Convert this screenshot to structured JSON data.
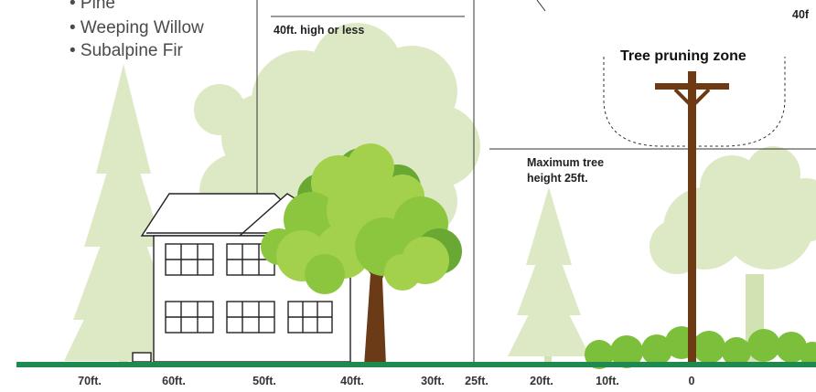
{
  "species_list": {
    "items": [
      "• Pine",
      "• Weeping Willow",
      "• Subalpine Fir"
    ]
  },
  "labels": {
    "height_limit": "40ft. high or less",
    "edge_label": "40f",
    "pruning_zone": "Tree pruning zone",
    "max_height_line1": "Maximum tree",
    "max_height_line2": "height 25ft."
  },
  "axis": {
    "ticks": [
      "70ft.",
      "60ft.",
      "50ft.",
      "40ft.",
      "30ft.",
      "25ft.",
      "20ft.",
      "10ft.",
      "0"
    ]
  },
  "colors": {
    "ground": "#1e8a4f",
    "pale_tree": "#dde9c4",
    "pale_tree_dark": "#d2e2b3",
    "crown_light": "#a3d14c",
    "crown_mid": "#8cc63f",
    "crown_dark": "#6aa834",
    "trunk": "#6b3a17",
    "pole": "#6e3a14",
    "shrub": "#7cbf3a",
    "line": "#2b2b2b"
  }
}
